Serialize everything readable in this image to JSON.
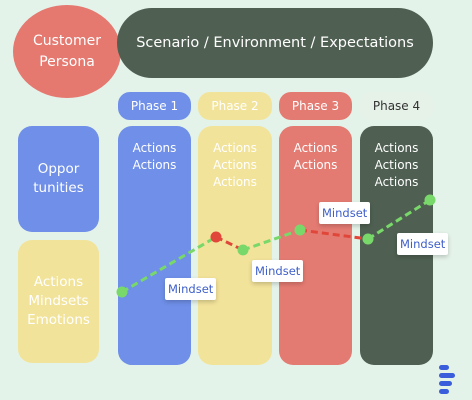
{
  "persona": {
    "line1": "Customer",
    "line2": "Persona"
  },
  "scenario": {
    "text": "Scenario / Environment / Expectations"
  },
  "phases": [
    {
      "label": "Phase 1",
      "actions": [
        "Actions",
        "Actions"
      ]
    },
    {
      "label": "Phase 2",
      "actions": [
        "Actions",
        "Actions",
        "Actions"
      ]
    },
    {
      "label": "Phase 3",
      "actions": [
        "Actions",
        "Actions"
      ]
    },
    {
      "label": "Phase 4",
      "actions": [
        "Actions",
        "Actions",
        "Actions"
      ]
    }
  ],
  "opportunities": {
    "line1": "Oppor",
    "line2": "tunities"
  },
  "ame": {
    "line1": "Actions",
    "line2": "Mindsets",
    "line3": "Emotions"
  },
  "mindset_labels": [
    "Mindset",
    "Mindset",
    "Mindset",
    "Mindset"
  ],
  "colors": {
    "background": "#e4f3ea",
    "blue": "#6f8fe8",
    "yellow": "#f2e39a",
    "red": "#e47b72",
    "dark": "#4f6052",
    "green_line": "#79d86a",
    "red_line": "#e0473a",
    "mindset_text": "#3f5fc9",
    "logo": "#3a5edb"
  },
  "icons": {
    "logo": "stacked-bars-logo"
  }
}
